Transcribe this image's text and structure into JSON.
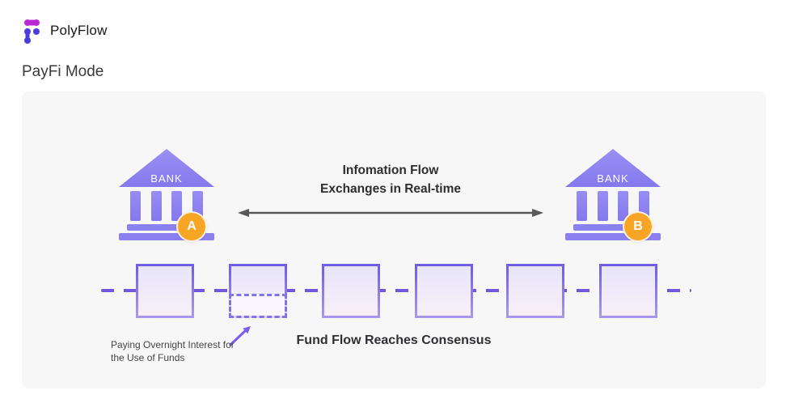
{
  "brand": {
    "name": "PolyFlow"
  },
  "page": {
    "title": "PayFi Mode"
  },
  "diagram": {
    "bank_a": {
      "label": "BANK",
      "badge": "A"
    },
    "bank_b": {
      "label": "BANK",
      "badge": "B"
    },
    "info_flow": {
      "line1": "Infomation Flow",
      "line2": "Exchanges in Real-time"
    },
    "interest_note": {
      "line1": "Paying Overnight Interest for",
      "line2": "the Use of Funds"
    },
    "consensus_label": "Fund Flow Reaches Consensus",
    "chain": {
      "block_count": 6,
      "dashed_block_index": 2
    },
    "colors": {
      "bank_purple": "#8b80f0",
      "badge_orange": "#f6a524",
      "block_border": "#7665e5",
      "block_fill_top": "#e8e5fb",
      "block_fill_bottom": "#f7f0f9",
      "connector_purple": "#7257dd",
      "annotation_arrow_purple": "#7c5cf0",
      "panel_background": "#f7f7f8",
      "info_arrow_gray": "#58585a",
      "logo_magenta": "#b829cf",
      "logo_indigo": "#4b3ddd"
    }
  }
}
